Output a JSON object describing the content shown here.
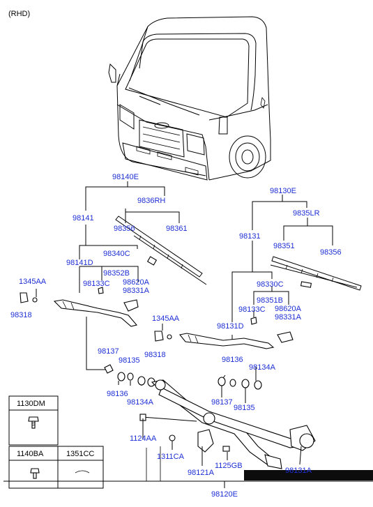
{
  "variant_note": "(RHD)",
  "labels": {
    "p98140E": "98140E",
    "p9836RH": "9836RH",
    "p98141": "98141",
    "p98356a": "98356",
    "p98361": "98361",
    "p98340C": "98340C",
    "p98141D": "98141D",
    "p98352B": "98352B",
    "p98133Ca": "98133C",
    "p98620Aa": "98620A",
    "p98331Aa": "98331A",
    "p1345AAa": "1345AA",
    "p98318a": "98318",
    "p98130E": "98130E",
    "p9835LR": "9835LR",
    "p98131": "98131",
    "p98351": "98351",
    "p98356b": "98356",
    "p98330C": "98330C",
    "p98351B": "98351B",
    "p98133Cb": "98133C",
    "p98620Ab": "98620A",
    "p98331Ab": "98331A",
    "p1345AAb": "1345AA",
    "p98131D": "98131D",
    "p98318b": "98318",
    "p98137a": "98137",
    "p98135a": "98135",
    "p98136a": "98136",
    "p98134Aa": "98134A",
    "p98136b": "98136",
    "p98134Ab": "98134A",
    "p98137b": "98137",
    "p98135b": "98135",
    "p1124AA": "1124AA",
    "p1311CA": "1311CA",
    "p1125GB": "1125GB",
    "p98121A": "98121A",
    "p98131A": "98131A",
    "p98120E": "98120E"
  },
  "legend_table": {
    "row1_code": "1130DM",
    "row2_code_left": "1140BA",
    "row2_code_right": "1351CC"
  }
}
